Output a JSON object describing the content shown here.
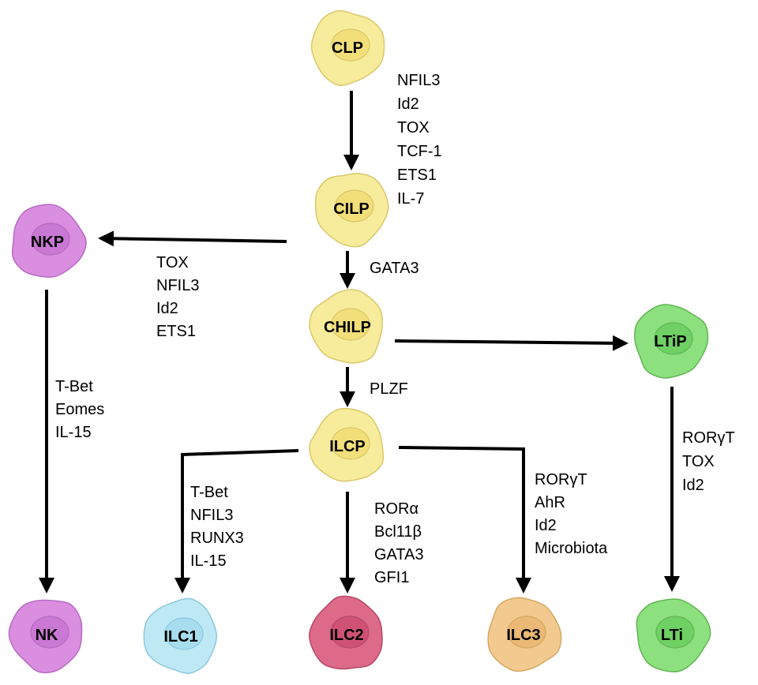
{
  "cells": {
    "clp": {
      "label": "CLP",
      "fill": "#f7eb9c",
      "stroke": "#d9c96a",
      "nucleus": "#f2df7a"
    },
    "cilp": {
      "label": "CILP",
      "fill": "#f7eb9c",
      "stroke": "#d9c96a",
      "nucleus": "#f2df7a"
    },
    "chilp": {
      "label": "CHILP",
      "fill": "#f7eb9c",
      "stroke": "#d9c96a",
      "nucleus": "#f2df7a"
    },
    "ilcp": {
      "label": "ILCP",
      "fill": "#f7eb9c",
      "stroke": "#d9c96a",
      "nucleus": "#f2df7a"
    },
    "nkp": {
      "label": "NKP",
      "fill": "#d98ee0",
      "stroke": "#b86ac2",
      "nucleus": "#c978d3"
    },
    "nk": {
      "label": "NK",
      "fill": "#d98ee0",
      "stroke": "#b86ac2",
      "nucleus": "#c978d3"
    },
    "ltip": {
      "label": "LTiP",
      "fill": "#8ce07e",
      "stroke": "#62b554",
      "nucleus": "#6fd063"
    },
    "lti": {
      "label": "LTi",
      "fill": "#8ce07e",
      "stroke": "#62b554",
      "nucleus": "#6fd063"
    },
    "ilc1": {
      "label": "ILC1",
      "fill": "#bfe8f5",
      "stroke": "#8ec8dc",
      "nucleus": "#a8ddef"
    },
    "ilc2": {
      "label": "ILC2",
      "fill": "#dc6a88",
      "stroke": "#b5486a",
      "nucleus": "#cf5274"
    },
    "ilc3": {
      "label": "ILC3",
      "fill": "#f2c98e",
      "stroke": "#d4a863",
      "nucleus": "#ebb975"
    }
  },
  "factors": {
    "clp_to_cilp": [
      "NFIL3",
      "Id2",
      "TOX",
      "TCF-1",
      "ETS1",
      "IL-7"
    ],
    "cilp_to_nkp": [
      "TOX",
      "NFIL3",
      "Id2",
      "ETS1"
    ],
    "cilp_to_chilp": [
      "GATA3"
    ],
    "chilp_to_ilcp": [
      "PLZF"
    ],
    "nkp_to_nk": [
      "T-Bet",
      "Eomes",
      "IL-15"
    ],
    "ltip_to_lti": [
      "RORγT",
      "TOX",
      "Id2"
    ],
    "ilcp_to_ilc1": [
      "T-Bet",
      "NFIL3",
      "RUNX3",
      "IL-15"
    ],
    "ilcp_to_ilc2": [
      "RORα",
      "Bcl11β",
      "GATA3",
      "GFI1"
    ],
    "ilcp_to_ilc3": [
      "RORγT",
      "AhR",
      "Id2",
      "Microbiota"
    ]
  }
}
